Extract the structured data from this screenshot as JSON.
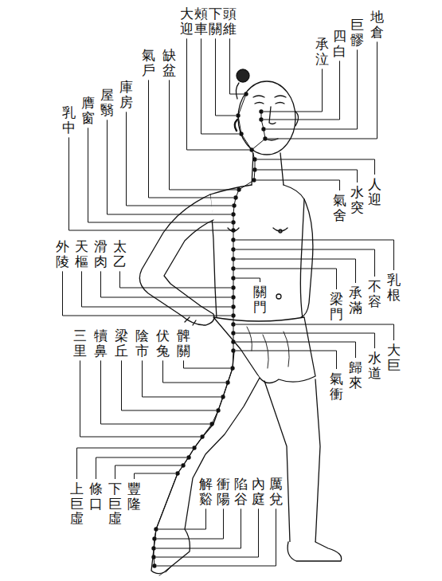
{
  "diagram": {
    "labels": [
      "大迎",
      "頰車",
      "下關",
      "頭維",
      "地倉",
      "巨髎",
      "四白",
      "承泣",
      "氣戶",
      "缺盆",
      "乳中",
      "膺窗",
      "屋翳",
      "庫房",
      "人迎",
      "水突",
      "氣舍",
      "乳根",
      "不容",
      "承滿",
      "梁門",
      "關門",
      "外陵",
      "天樞",
      "滑肉",
      "太乙",
      "大巨",
      "水道",
      "歸來",
      "氣衝",
      "三里",
      "犢鼻",
      "梁丘",
      "陰市",
      "伏兔",
      "髀關",
      "上巨虛",
      "條口",
      "下巨虛",
      "豐隆",
      "解谿",
      "衝陽",
      "陷谷",
      "內庭",
      "厲兌"
    ]
  }
}
